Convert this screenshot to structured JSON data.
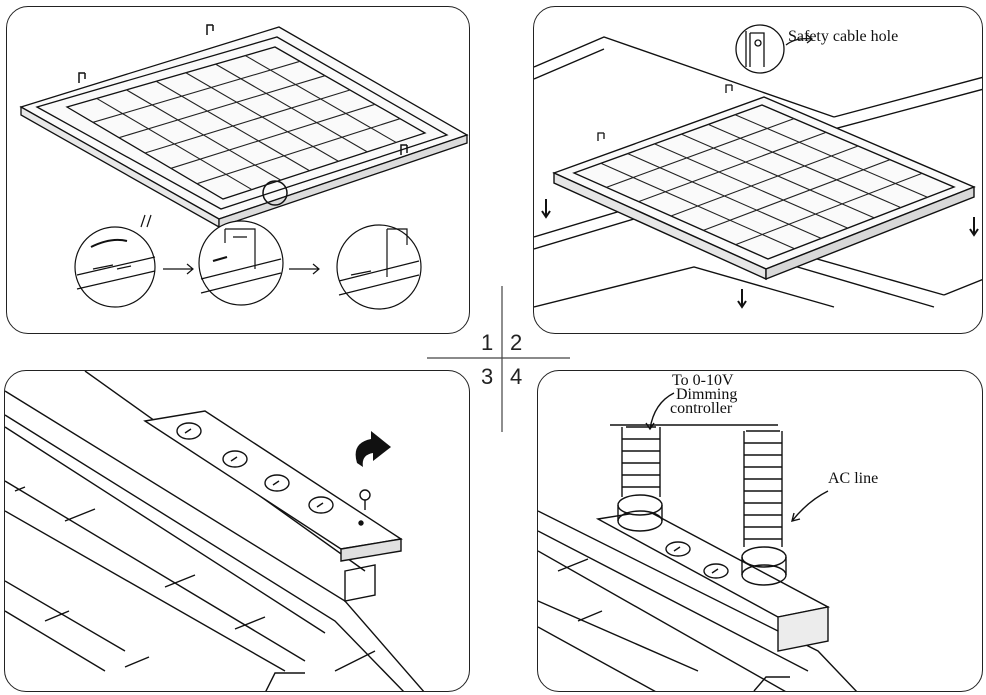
{
  "step_numbers": [
    "1",
    "2",
    "3",
    "4"
  ],
  "callouts": {
    "safety_cable_hole": "Safety cable hole",
    "dimming_line1": "To 0-10V",
    "dimming_line2": "Dimming",
    "dimming_line3": "controller",
    "ac_line": "AC line"
  }
}
